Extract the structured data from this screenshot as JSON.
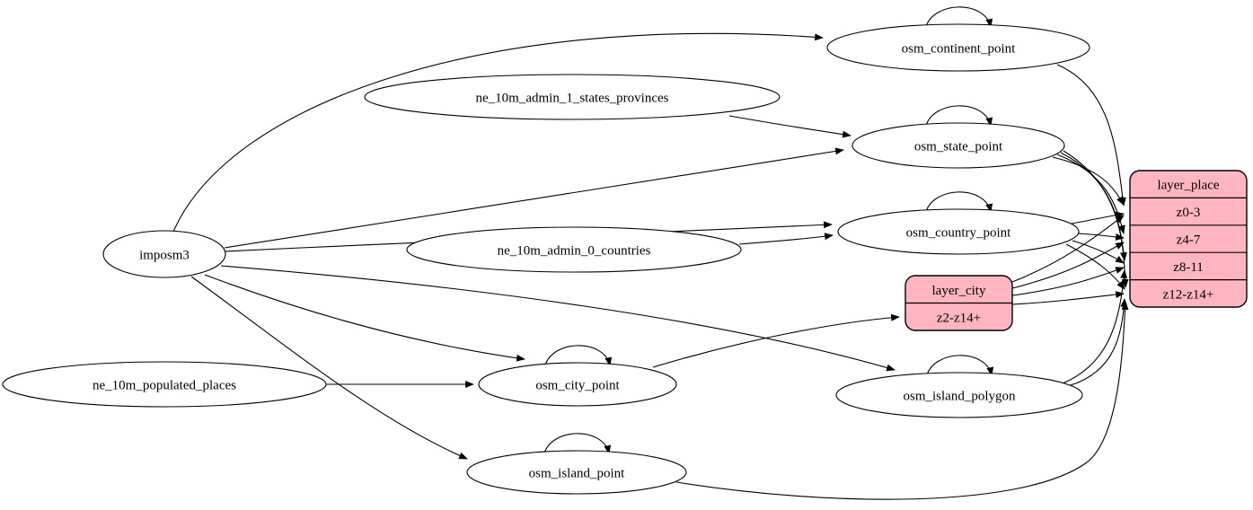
{
  "diagram": {
    "kind": "etl-graph",
    "colors": {
      "background": "#ffffff",
      "edge_stroke": "#000000",
      "node_stroke": "#000000",
      "ellipse_fill": "#ffffff",
      "record_fill": "#ffb6c1"
    },
    "nodes": [
      {
        "id": "imposm3",
        "label": "imposm3",
        "shape": "ellipse"
      },
      {
        "id": "ne_10m_admin_1_states_provinces",
        "label": "ne_10m_admin_1_states_provinces",
        "shape": "ellipse"
      },
      {
        "id": "ne_10m_admin_0_countries",
        "label": "ne_10m_admin_0_countries",
        "shape": "ellipse"
      },
      {
        "id": "ne_10m_populated_places",
        "label": "ne_10m_populated_places",
        "shape": "ellipse"
      },
      {
        "id": "osm_continent_point",
        "label": "osm_continent_point",
        "shape": "ellipse"
      },
      {
        "id": "osm_state_point",
        "label": "osm_state_point",
        "shape": "ellipse"
      },
      {
        "id": "osm_country_point",
        "label": "osm_country_point",
        "shape": "ellipse"
      },
      {
        "id": "osm_city_point",
        "label": "osm_city_point",
        "shape": "ellipse"
      },
      {
        "id": "osm_island_polygon",
        "label": "osm_island_polygon",
        "shape": "ellipse"
      },
      {
        "id": "osm_island_point",
        "label": "osm_island_point",
        "shape": "ellipse"
      },
      {
        "id": "layer_city",
        "label": "layer_city",
        "shape": "record",
        "rows": [
          "z2-z14+"
        ]
      },
      {
        "id": "layer_place",
        "label": "layer_place",
        "shape": "record",
        "rows": [
          "z0-3",
          "z4-7",
          "z8-11",
          "z12-z14+"
        ]
      }
    ],
    "edges": [
      {
        "from": "imposm3",
        "to": "osm_continent_point"
      },
      {
        "from": "imposm3",
        "to": "osm_state_point"
      },
      {
        "from": "imposm3",
        "to": "osm_country_point"
      },
      {
        "from": "imposm3",
        "to": "osm_city_point"
      },
      {
        "from": "imposm3",
        "to": "osm_island_polygon"
      },
      {
        "from": "imposm3",
        "to": "osm_island_point"
      },
      {
        "from": "ne_10m_admin_1_states_provinces",
        "to": "osm_state_point"
      },
      {
        "from": "ne_10m_admin_0_countries",
        "to": "osm_country_point"
      },
      {
        "from": "ne_10m_populated_places",
        "to": "osm_city_point"
      },
      {
        "from": "osm_continent_point",
        "to": "osm_continent_point"
      },
      {
        "from": "osm_state_point",
        "to": "osm_state_point"
      },
      {
        "from": "osm_country_point",
        "to": "osm_country_point"
      },
      {
        "from": "osm_city_point",
        "to": "osm_city_point"
      },
      {
        "from": "osm_island_polygon",
        "to": "osm_island_polygon"
      },
      {
        "from": "osm_island_point",
        "to": "osm_island_point"
      },
      {
        "from": "osm_continent_point",
        "to": "layer_place",
        "port": "z0-3"
      },
      {
        "from": "osm_state_point",
        "to": "layer_place",
        "port": "z0-3"
      },
      {
        "from": "osm_state_point",
        "to": "layer_place",
        "port": "z4-7"
      },
      {
        "from": "osm_state_point",
        "to": "layer_place",
        "port": "z8-11"
      },
      {
        "from": "osm_state_point",
        "to": "layer_place",
        "port": "z12-z14+"
      },
      {
        "from": "osm_country_point",
        "to": "layer_place",
        "port": "z0-3"
      },
      {
        "from": "osm_country_point",
        "to": "layer_place",
        "port": "z4-7"
      },
      {
        "from": "osm_country_point",
        "to": "layer_place",
        "port": "z8-11"
      },
      {
        "from": "osm_country_point",
        "to": "layer_place",
        "port": "z12-z14+"
      },
      {
        "from": "osm_city_point",
        "to": "layer_city",
        "port": "z2-z14+"
      },
      {
        "from": "layer_city",
        "to": "layer_place",
        "port": "z0-3"
      },
      {
        "from": "layer_city",
        "to": "layer_place",
        "port": "z4-7"
      },
      {
        "from": "layer_city",
        "to": "layer_place",
        "port": "z8-11"
      },
      {
        "from": "layer_city",
        "to": "layer_place",
        "port": "z12-z14+"
      },
      {
        "from": "osm_island_polygon",
        "to": "layer_place",
        "port": "z8-11"
      },
      {
        "from": "osm_island_polygon",
        "to": "layer_place",
        "port": "z12-z14+"
      },
      {
        "from": "osm_island_point",
        "to": "layer_place",
        "port": "z12-z14+"
      }
    ]
  }
}
